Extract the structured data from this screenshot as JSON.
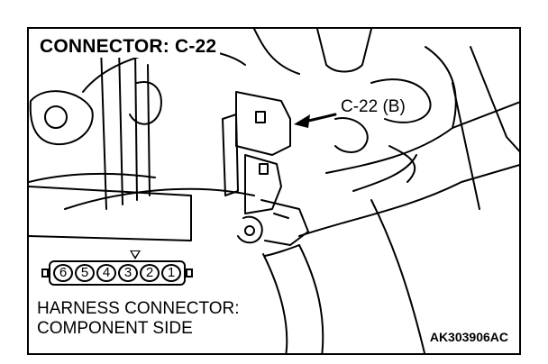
{
  "title": "CONNECTOR: C-22",
  "callout_label": "C-22 (B)",
  "harness_caption": [
    "HARNESS CONNECTOR:",
    "COMPONENT SIDE"
  ],
  "figure_code": "AK303906AC",
  "connector_pins": [
    "6",
    "5",
    "4",
    "3",
    "2",
    "1"
  ],
  "colors": {
    "line": "#000000",
    "background": "#ffffff"
  }
}
